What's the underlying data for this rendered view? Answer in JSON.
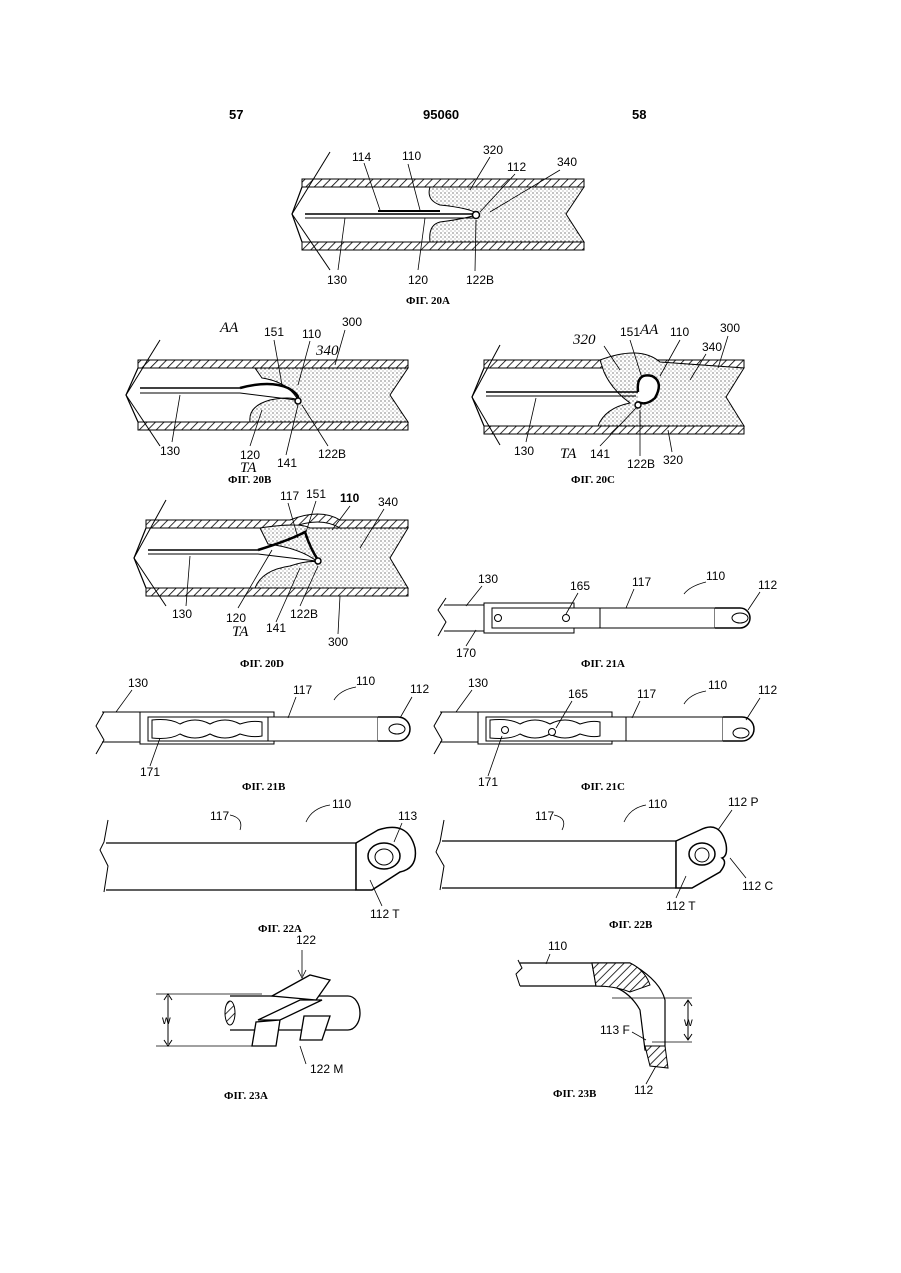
{
  "header": {
    "page_left": "57",
    "doc_number": "95060",
    "page_right": "58"
  },
  "fig20a": {
    "caption": "ФIГ. 20A",
    "labels": [
      "114",
      "110",
      "320",
      "112",
      "340",
      "130",
      "120",
      "122B"
    ]
  },
  "fig20b": {
    "caption": "ФIГ. 20B",
    "labels": [
      "AA",
      "151",
      "110",
      "340",
      "300",
      "130",
      "120",
      "141",
      "122B",
      "TA"
    ]
  },
  "fig20c": {
    "caption": "ФIГ. 20C",
    "labels": [
      "320",
      "151",
      "AA",
      "110",
      "300",
      "340",
      "130",
      "TA",
      "141",
      "122B",
      "320"
    ]
  },
  "fig20d": {
    "caption": "ФIГ. 20D",
    "labels": [
      "117",
      "151",
      "110",
      "340",
      "130",
      "120",
      "TA",
      "141",
      "122B",
      "300"
    ]
  },
  "fig21a": {
    "caption": "ФIГ. 21A",
    "labels": [
      "130",
      "165",
      "117",
      "110",
      "112",
      "170"
    ]
  },
  "fig21b": {
    "caption": "ФIГ. 21B",
    "labels": [
      "130",
      "117",
      "110",
      "112",
      "171"
    ]
  },
  "fig21c": {
    "caption": "ФIГ. 21C",
    "labels": [
      "130",
      "165",
      "117",
      "110",
      "112",
      "171"
    ]
  },
  "fig22a": {
    "caption": "ФIГ. 22A",
    "labels": [
      "117",
      "110",
      "113",
      "112 T"
    ]
  },
  "fig22b": {
    "caption": "ФIГ. 22B",
    "labels": [
      "117",
      "110",
      "112 P",
      "112 T",
      "112 C"
    ]
  },
  "fig23a": {
    "caption": "ФIГ. 23A",
    "labels": [
      "122",
      "w",
      "122 M"
    ]
  },
  "fig23b": {
    "caption": "ФIГ. 23B",
    "labels": [
      "110",
      "w",
      "113 F",
      "112"
    ]
  }
}
